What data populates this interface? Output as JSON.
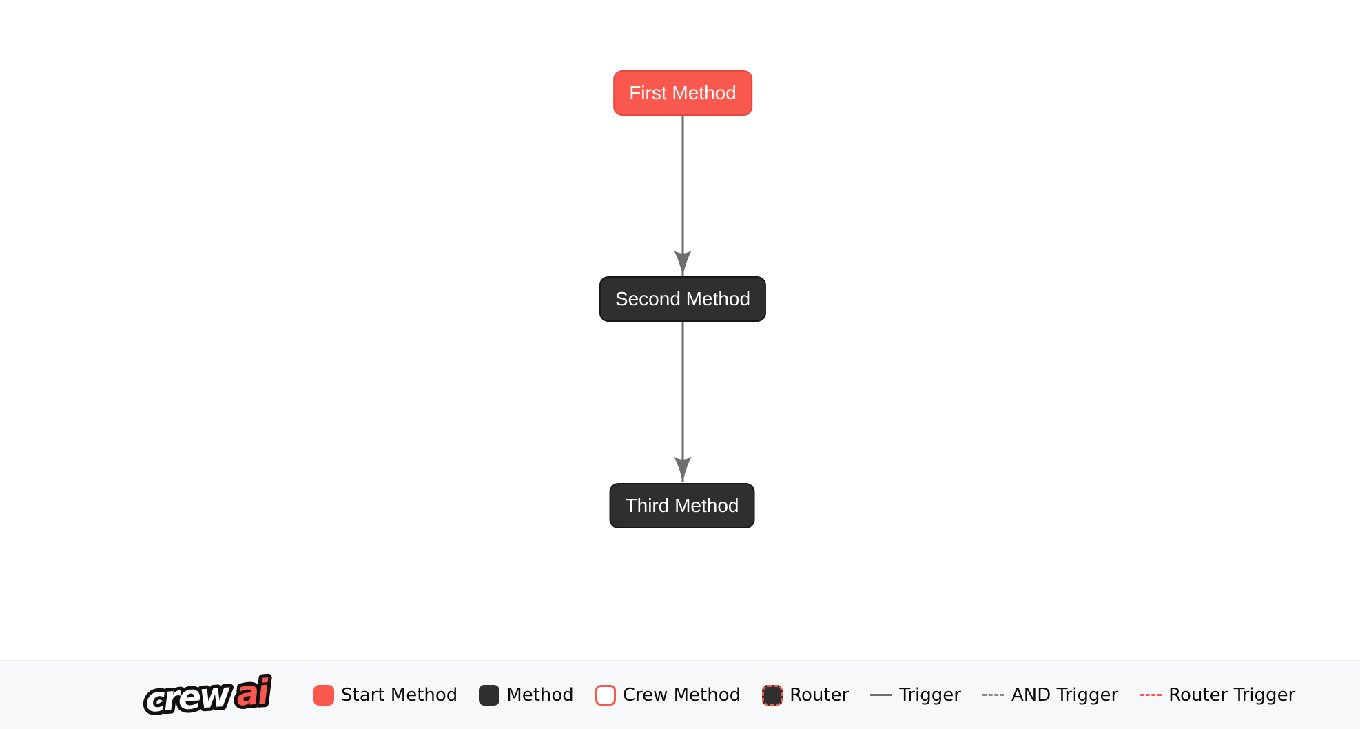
{
  "flow": {
    "nodes": [
      {
        "label": "First Method",
        "type": "start-method"
      },
      {
        "label": "Second Method",
        "type": "method"
      },
      {
        "label": "Third Method",
        "type": "method"
      }
    ],
    "edges": [
      {
        "from": "First Method",
        "to": "Second Method",
        "type": "trigger"
      },
      {
        "from": "Second Method",
        "to": "Third Method",
        "type": "trigger"
      }
    ]
  },
  "legend": {
    "brand": {
      "part1": "crew",
      "part2": "ai"
    },
    "items": [
      {
        "label": "Start Method",
        "swatch": "start-square"
      },
      {
        "label": "Method",
        "swatch": "dark-square"
      },
      {
        "label": "Crew Method",
        "swatch": "outline-square"
      },
      {
        "label": "Router",
        "swatch": "router-dashed-square"
      },
      {
        "label": "Trigger",
        "swatch": "solid-gray-line"
      },
      {
        "label": "AND Trigger",
        "swatch": "dashed-gray-line"
      },
      {
        "label": "Router Trigger",
        "swatch": "dashed-red-line"
      }
    ]
  },
  "colors": {
    "accent_red": "#F9584E",
    "accent_red_border": "#E8473D",
    "node_dark": "#2F2F2F",
    "edge_gray": "#6E6E6E",
    "legend_background": "#F7F8FA"
  }
}
